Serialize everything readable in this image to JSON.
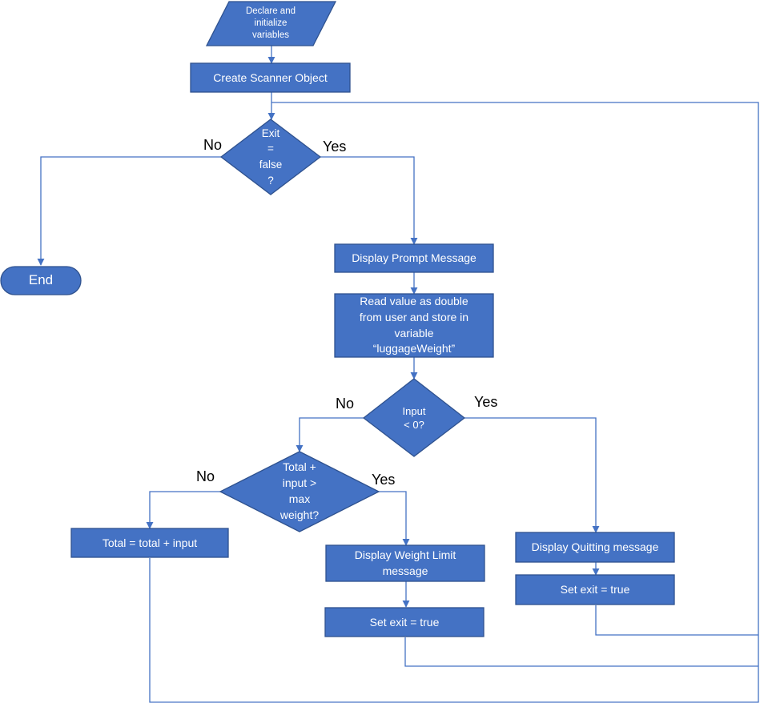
{
  "colors": {
    "fill": "#4472c4",
    "border": "#2f528f",
    "connector": "#4472c4",
    "text": "#ffffff"
  },
  "nodes": {
    "declare": "Declare and\ninitialize\nvariables",
    "scanner": "Create Scanner Object",
    "exit_check": "Exit\n=\nfalse\n?",
    "end": "End",
    "prompt": "Display Prompt Message",
    "read_value": "Read value as double\nfrom user and store in\nvariable\n“luggageWeight”",
    "input_check": "Input\n< 0?",
    "total_check": "Total +\ninput >\nmax\nweight?",
    "add_total": "Total = total + input",
    "weight_limit_msg": "Display Weight Limit\nmessage",
    "set_exit_1": "Set exit = true",
    "quit_msg": "Display Quitting message",
    "set_exit_2": "Set exit = true"
  },
  "labels": {
    "exit_no": "No",
    "exit_yes": "Yes",
    "input_no": "No",
    "input_yes": "Yes",
    "total_no": "No",
    "total_yes": "Yes"
  }
}
